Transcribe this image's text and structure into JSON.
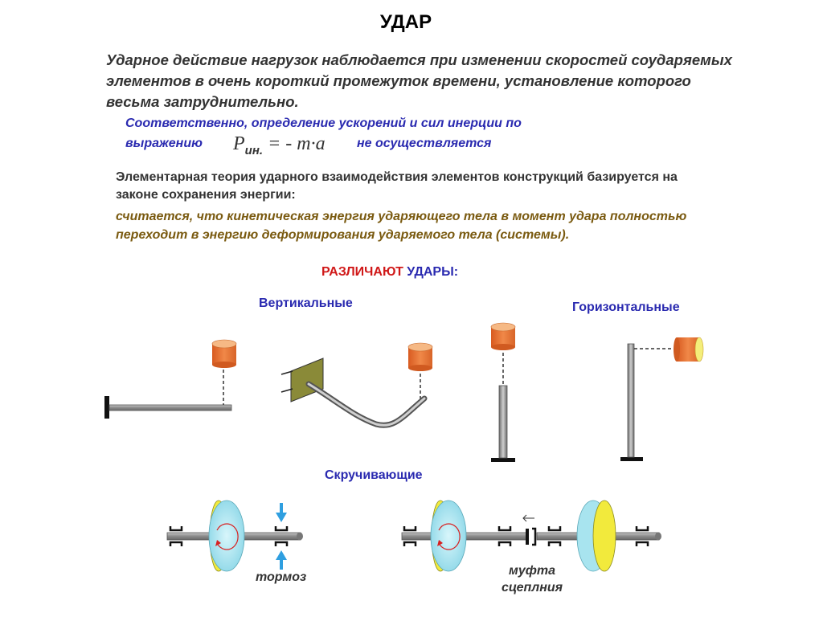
{
  "title": "УДАР",
  "paragraph1": "Ударное действие нагрузок наблюдается при изменении скоростей соударяемых элементов в очень короткий промежуток времени, установление которого весьма затруднительно.",
  "paragraph2_line1": "Соответственно, определение ускорений и сил инерции по",
  "paragraph2_prefix": "выражению",
  "formula": {
    "symbol": "P",
    "subscript": "ин.",
    "rhs": "= - m·a"
  },
  "paragraph2_suffix": "не осуществляется",
  "paragraph3": "Элементарная теория ударного взаимодействия элементов конструкций базируется на законе сохранения энергии:",
  "paragraph4": "считается, что кинетическая энергия ударяющего тела в момент удара полностью переходит в энергию деформирования ударяемого тела (системы).",
  "kinds_heading": {
    "red": "РАЗЛИЧАЮТ",
    "blue": "УДАРЫ",
    "colon": ":"
  },
  "labels": {
    "vertical": "Вертикальные",
    "horizontal": "Горизонтальные",
    "torsional": "Скручивающие",
    "brake": "тормоз",
    "clutch_line1": "муфта",
    "clutch_line2": "сцеплния"
  },
  "colors": {
    "weight_fill": "#e8753a",
    "weight_top": "#f4b07a",
    "disk_fill": "#a8e4ef",
    "disk_rim": "#f2ea3c",
    "shaft": "#9a9a9a",
    "arrow_blue": "#2f9fe0",
    "rotation_red": "#d82020",
    "wall_fill": "#8a8a38"
  }
}
